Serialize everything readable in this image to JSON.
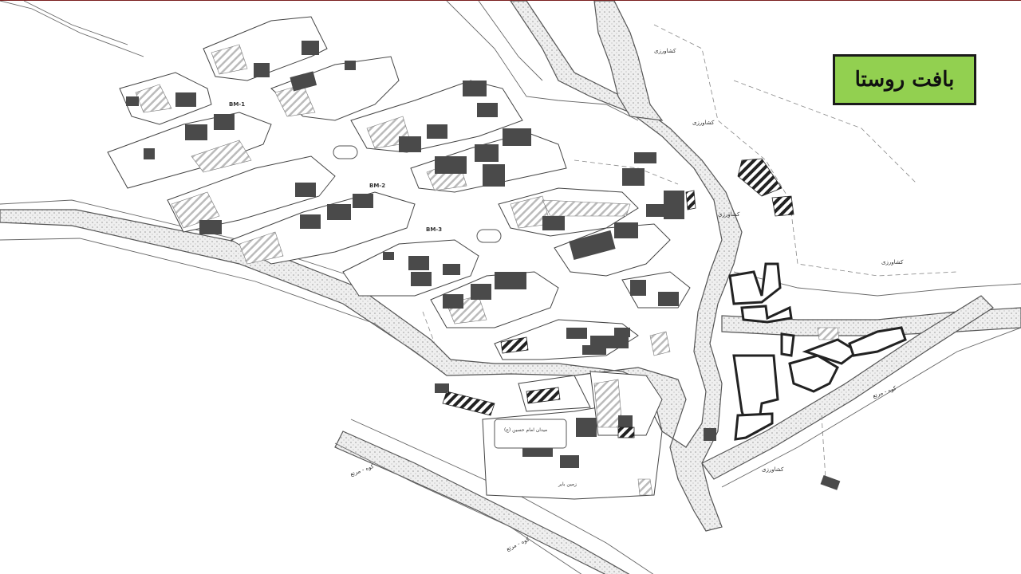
{
  "slide": {
    "title": "بافت روستا"
  },
  "map": {
    "benchmarks": [
      "BM-1",
      "BM-2",
      "BM-3"
    ],
    "land_use_labels": [
      "کشاورزی",
      "کشاورزی",
      "کشاورزی",
      "کشاورزی",
      "کشاورزی"
    ],
    "road_labels": [
      "کوه - مرتع",
      "کوه - مرتع",
      "کوه - مرتع"
    ],
    "landmarks": [
      "میدان امام حسین (ع)",
      "زمین بایر"
    ],
    "colors": {
      "building": "#4a4a4a",
      "road_fill": "#e8e8e8",
      "line": "#555555",
      "title_bg": "#92d050"
    }
  }
}
